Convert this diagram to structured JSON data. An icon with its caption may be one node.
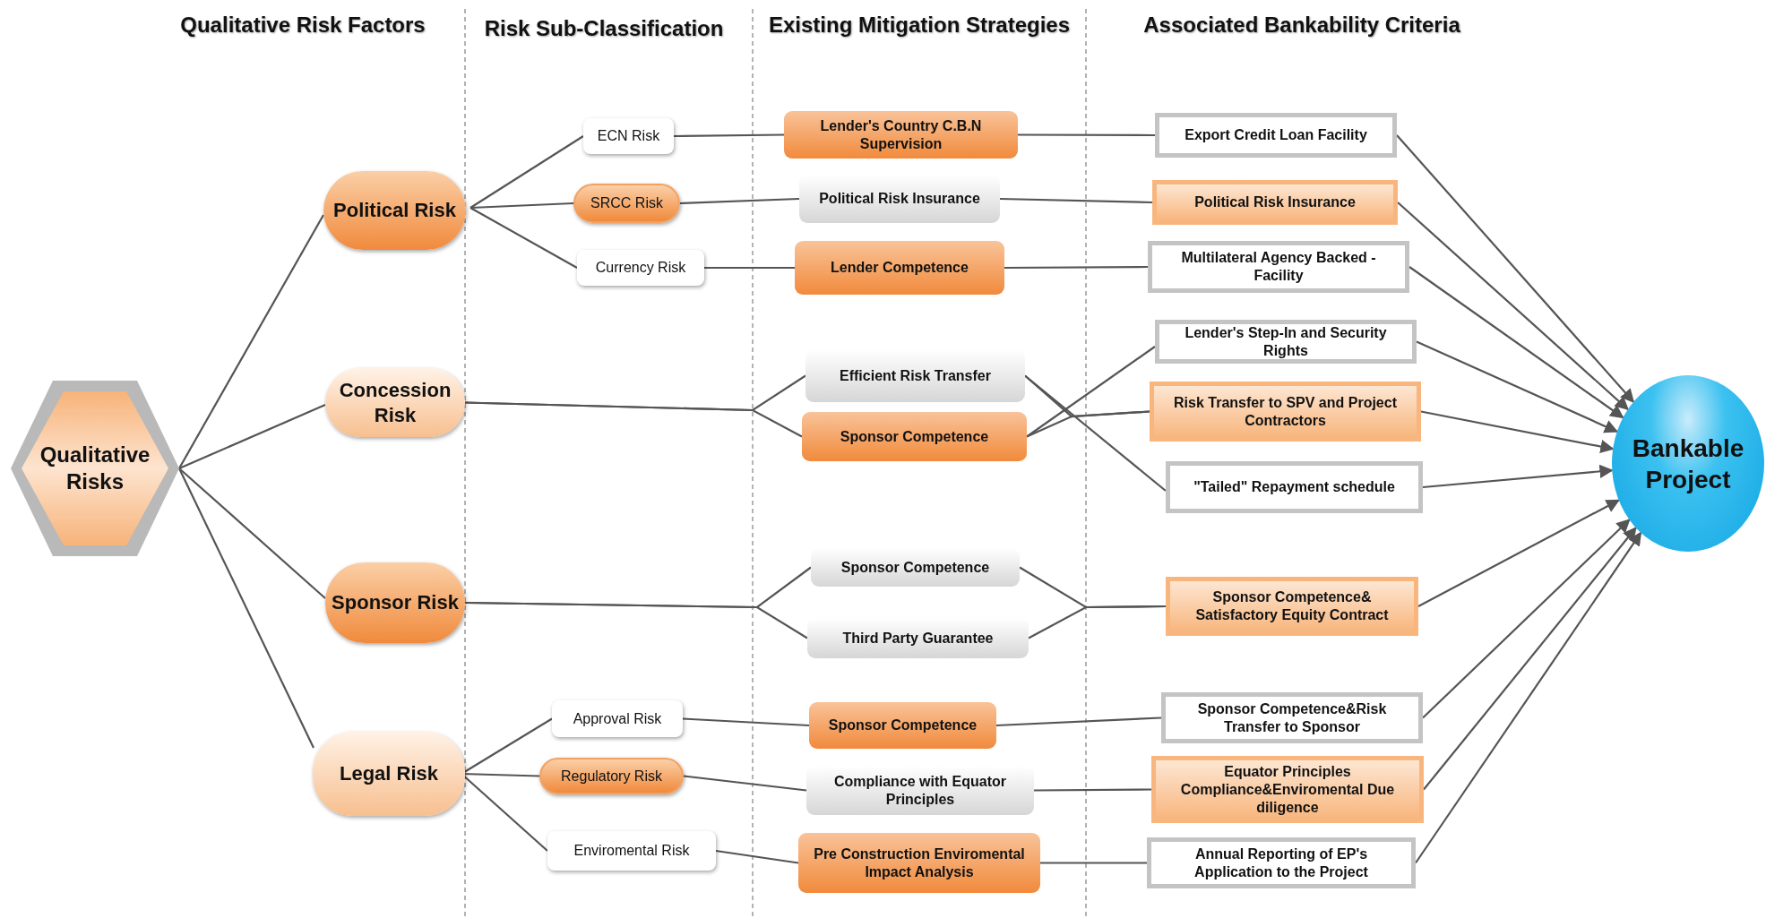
{
  "diagram": {
    "nodes": [
      {
        "text": [
          "Qualitative Risks"
        ]
      },
      {
        "text": [
          "Political Risk"
        ]
      },
      {
        "text": [
          "Concession Risk"
        ]
      },
      {
        "text": [
          "Sponsor Risk"
        ]
      },
      {
        "text": [
          "Legal Risk"
        ]
      },
      {
        "text": [
          "ECN Risk"
        ]
      },
      {
        "text": [
          "SRCC Risk"
        ]
      },
      {
        "text": [
          "Currency Risk"
        ]
      },
      {
        "text": [
          "Approval Risk"
        ]
      },
      {
        "text": [
          "Regulatory Risk"
        ]
      },
      {
        "text": [
          "Enviromental Risk"
        ]
      },
      {
        "text": [
          "Lender's Country C.B.N Supervision"
        ]
      },
      {
        "text": [
          "Political Risk Insurance"
        ]
      },
      {
        "text": [
          "Lender Competence"
        ]
      },
      {
        "text": [
          "Efficient Risk Transfer"
        ]
      },
      {
        "text": [
          "Sponsor Competence"
        ]
      },
      {
        "text": [
          "Sponsor Competence"
        ]
      },
      {
        "text": [
          "Third Party Guarantee"
        ]
      },
      {
        "text": [
          "Sponsor Competence"
        ]
      },
      {
        "text": [
          "Compliance with Equator Principles"
        ]
      },
      {
        "text": [
          "Pre Construction Enviromental Impact Analysis"
        ]
      },
      {
        "text": [
          "Export Credit Loan Facility"
        ]
      },
      {
        "text": [
          "Political Risk Insurance"
        ]
      },
      {
        "text": [
          "Multilateral Agency Backed - Facility"
        ]
      },
      {
        "text": [
          "Lender's Step-In and Security Rights"
        ]
      },
      {
        "text": [
          "Risk Transfer to SPV and Project Contractors"
        ]
      },
      {
        "text": [
          "\"Tailed\" Repayment schedule"
        ]
      },
      {
        "text": [
          "Sponsor Competence& Satisfactory Equity Contract"
        ]
      },
      {
        "text": [
          "Sponsor Competence&Risk Transfer to Sponsor"
        ]
      },
      {
        "text": [
          "Equator Principles Compliance&Enviromental Due diligence"
        ]
      },
      {
        "text": [
          "Annual Reporting of EP's Application to the Project"
        ]
      },
      {
        "text": [
          "Bankable Project"
        ]
      }
    ],
    "edges": [
      {
        "from": 0,
        "to": 1,
        "arrow": "none"
      },
      {
        "from": 0,
        "to": 2,
        "arrow": "none"
      },
      {
        "from": 0,
        "to": 3,
        "arrow": "none"
      },
      {
        "from": 0,
        "to": 4,
        "arrow": "none"
      },
      {
        "from": 1,
        "to": 5,
        "arrow": "none"
      },
      {
        "from": 1,
        "to": 6,
        "arrow": "none"
      },
      {
        "from": 1,
        "to": 7,
        "arrow": "none"
      },
      {
        "from": 4,
        "to": 8,
        "arrow": "none"
      },
      {
        "from": 4,
        "to": 9,
        "arrow": "none"
      },
      {
        "from": 4,
        "to": 10,
        "arrow": "none"
      },
      {
        "from": 5,
        "to": 11,
        "arrow": "none"
      },
      {
        "from": 6,
        "to": 12,
        "arrow": "none"
      },
      {
        "from": 7,
        "to": 13,
        "arrow": "none"
      },
      {
        "from": 8,
        "to": 18,
        "arrow": "none"
      },
      {
        "from": 9,
        "to": 19,
        "arrow": "none"
      },
      {
        "from": 10,
        "to": 20,
        "arrow": "none"
      },
      {
        "from": 2,
        "to": 14,
        "arrow": "none"
      },
      {
        "from": 2,
        "to": 15,
        "arrow": "none"
      },
      {
        "from": 3,
        "to": 16,
        "arrow": "none"
      },
      {
        "from": 3,
        "to": 17,
        "arrow": "none"
      },
      {
        "from": 11,
        "to": 21,
        "arrow": "none"
      },
      {
        "from": 12,
        "to": 22,
        "arrow": "none"
      },
      {
        "from": 13,
        "to": 23,
        "arrow": "none"
      },
      {
        "from": 14,
        "to": 26,
        "arrow": "none"
      },
      {
        "from": 15,
        "to": 24,
        "arrow": "none"
      },
      {
        "from": 14,
        "to": 25,
        "arrow": "none"
      },
      {
        "from": 15,
        "to": 25,
        "arrow": "none"
      },
      {
        "from": 16,
        "to": 27,
        "arrow": "none"
      },
      {
        "from": 17,
        "to": 27,
        "arrow": "none"
      },
      {
        "from": 18,
        "to": 28,
        "arrow": "none"
      },
      {
        "from": 19,
        "to": 29,
        "arrow": "none"
      },
      {
        "from": 20,
        "to": 30,
        "arrow": "none"
      },
      {
        "from": 21,
        "to": 31,
        "arrow": "to"
      },
      {
        "from": 22,
        "to": 31,
        "arrow": "to"
      },
      {
        "from": 23,
        "to": 31,
        "arrow": "to"
      },
      {
        "from": 24,
        "to": 31,
        "arrow": "to"
      },
      {
        "from": 25,
        "to": 31,
        "arrow": "to"
      },
      {
        "from": 26,
        "to": 31,
        "arrow": "to"
      },
      {
        "from": 27,
        "to": 31,
        "arrow": "to"
      },
      {
        "from": 28,
        "to": 31,
        "arrow": "to"
      },
      {
        "from": 29,
        "to": 31,
        "arrow": "to"
      },
      {
        "from": 30,
        "to": 31,
        "arrow": "to"
      }
    ],
    "labels": [
      "Qualitative Risk Factors",
      "Risk Sub-Classification",
      "Existing Mitigation Strategies",
      "Associated Bankability Criteria"
    ]
  }
}
